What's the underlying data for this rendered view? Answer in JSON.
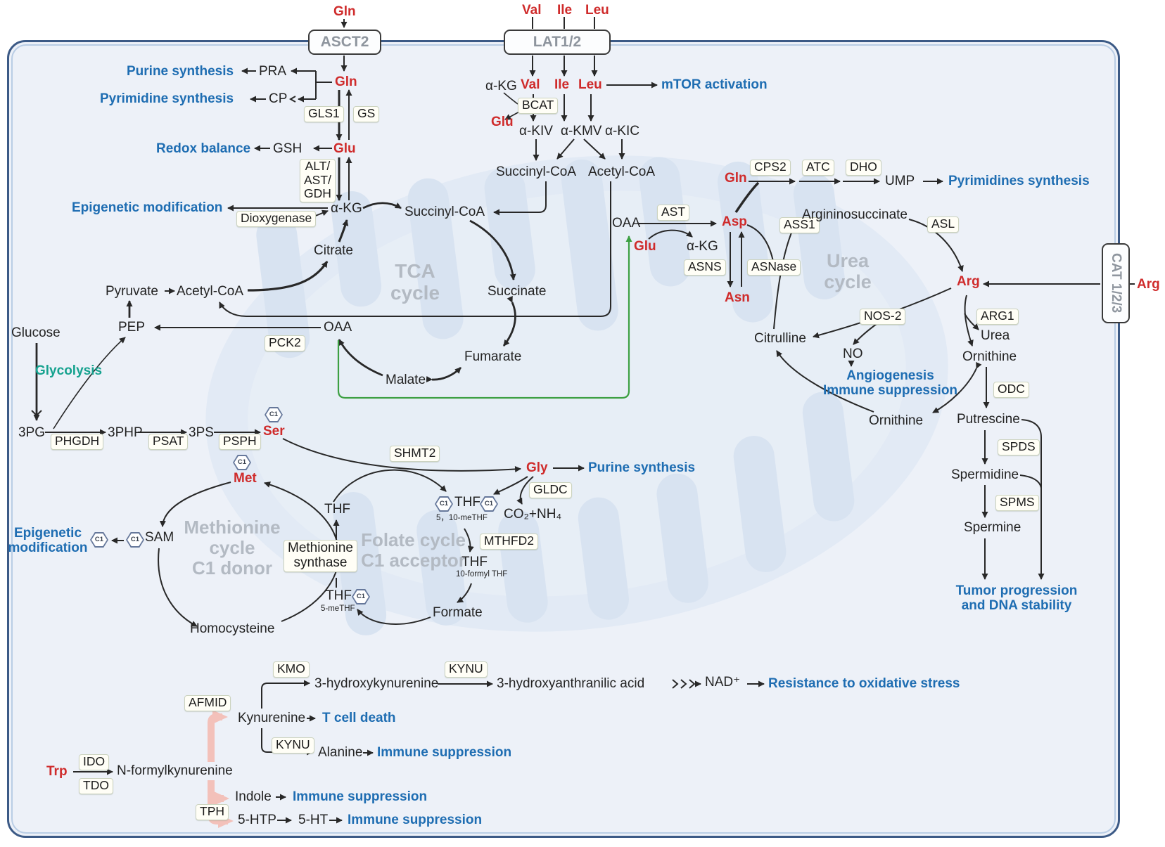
{
  "colors": {
    "amino_acid_red": "#cf2b2b",
    "outcome_blue": "#1e6db2",
    "glycolysis_teal": "#16a28f",
    "watermark_gray": "#b3bac3",
    "membrane_blue": "#3c5a86",
    "export_green": "#3da043",
    "tryptophan_pink": "#f3c1ba",
    "enzyme_box_bg": "#fffef6"
  },
  "membrane_transporters": {
    "asct2": "ASCT2",
    "lat12": "LAT1/2",
    "cat123": "CAT 1/2/3"
  },
  "extracellular": {
    "gln": "Gln",
    "val": "Val",
    "ile": "Ile",
    "leu": "Leu",
    "arg": "Arg"
  },
  "glutamine_pathway": {
    "gln": "Gln",
    "pra": "PRA",
    "purine_synthesis": "Purine synthesis",
    "cp": "CP",
    "pyrimidine_synthesis": "Pyrimidine synthesis",
    "gls1": "GLS1",
    "gs": "GS",
    "gsh": "GSH",
    "redox_balance": "Redox balance",
    "glu": "Glu",
    "alt_ast_gdh": "ALT/\nAST/\nGDH",
    "epigenetic_modification": "Epigenetic modification",
    "akg": "α-KG",
    "dioxygenase": "Dioxygenase",
    "citrate": "Citrate"
  },
  "tca_cycle": {
    "label": "TCA\ncycle",
    "succinyl_coa": "Succinyl-CoA",
    "succinate": "Succinate",
    "fumarate": "Fumarate",
    "malate": "Malate",
    "oaa": "OAA",
    "pck2": "PCK2",
    "pyruvate": "Pyruvate",
    "acetyl_coa": "Acetyl-CoA",
    "pep": "PEP"
  },
  "glycolysis_serine": {
    "glucose": "Glucose",
    "glycolysis": "Glycolysis",
    "pg3": "3PG",
    "phgdh": "PHGDH",
    "php3": "3PHP",
    "psat": "PSAT",
    "ps3": "3PS",
    "psph": "PSPH",
    "ser": "Ser"
  },
  "bcaa_pathway": {
    "akg": "α-KG",
    "val": "Val",
    "ile": "Ile",
    "leu": "Leu",
    "mtor": "mTOR activation",
    "bcat": "BCAT",
    "glu": "Glu",
    "akiv": "α-KIV",
    "akmv": "α-KMV",
    "akic": "α-KIC",
    "succinyl_coa": "Succinyl-CoA",
    "acetyl_coa": "Acetyl-CoA"
  },
  "aspartate_pyrimidine": {
    "gln": "Gln",
    "cps2": "CPS2",
    "atc": "ATC",
    "dho": "DHO",
    "ump": "UMP",
    "pyrimidines_synthesis": "Pyrimidines synthesis",
    "oaa": "OAA",
    "ast": "AST",
    "asp": "Asp",
    "glu": "Glu",
    "akg": "α-KG",
    "asns": "ASNS",
    "asnase": "ASNase",
    "asn": "Asn",
    "ass1": "ASS1",
    "argininosuccinate": "Argininosuccinate",
    "asl": "ASL"
  },
  "urea_cycle": {
    "label": "Urea\ncycle",
    "arg": "Arg",
    "nos2": "NOS-2",
    "citrulline": "Citrulline",
    "no": "NO",
    "angiogenesis_immune": "Angiogenesis\nImmune suppression",
    "arg1": "ARG1",
    "urea": "Urea",
    "ornithine_out": "Ornithine",
    "odc": "ODC",
    "ornithine_in": "Ornithine"
  },
  "polyamine": {
    "putrescine": "Putrescine",
    "spds": "SPDS",
    "spermidine": "Spermidine",
    "spms": "SPMS",
    "spermine": "Spermine",
    "tumor": "Tumor progression\nand DNA stability"
  },
  "methionine_cycle": {
    "label": "Methionine\ncycle\nC1 donor",
    "met": "Met",
    "sam": "SAM",
    "c1": "C1",
    "epigenetic_modification": "Epigenetic\nmodification",
    "homocysteine": "Homocysteine",
    "methionine_synthase": "Methionine\nsynthase",
    "thf": "THF",
    "thf_5me": "THF",
    "thf_5me_sub": "5-meTHF"
  },
  "folate_cycle": {
    "label": "Folate cycle\nC1 acceptor",
    "shmt2": "SHMT2",
    "gly": "Gly",
    "purine_synthesis": "Purine synthesis",
    "gldc": "GLDC",
    "co2_nh4": "CO₂+NH₄",
    "thf_510": "THF",
    "thf_510_sub": "5，10-meTHF",
    "mthfd2": "MTHFD2",
    "thf_10f": "THF",
    "thf_10f_sub": "10-formyl THF",
    "formate": "Formate"
  },
  "tryptophan_pathway": {
    "trp": "Trp",
    "ido": "IDO",
    "tdo": "TDO",
    "nfk": "N-formylkynurenine",
    "afmid": "AFMID",
    "kynurenine": "Kynurenine",
    "kmo": "KMO",
    "hk": "3-hydroxykynurenine",
    "kynu_a": "KYNU",
    "haa": "3-hydroxyanthranilic acid",
    "nad": "NAD⁺",
    "oxidative_stress": "Resistance to oxidative stress",
    "t_cell_death": "T cell death",
    "kynu_b": "KYNU",
    "alanine": "Alanine",
    "immune_suppression_1": "Immune suppression",
    "indole": "Indole",
    "immune_suppression_2": "Immune suppression",
    "tph": "TPH",
    "htp5": "5-HTP",
    "ht5": "5-HT",
    "immune_suppression_3": "Immune suppression"
  }
}
